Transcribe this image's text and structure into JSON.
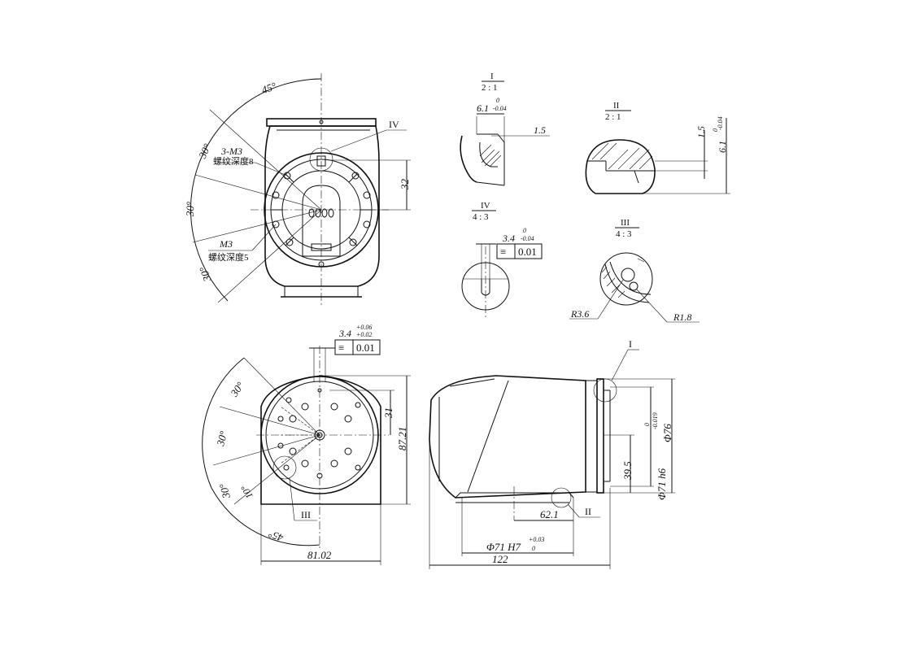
{
  "views": {
    "detail_I": {
      "roman": "I",
      "scale": "2 : 1",
      "dim_width": "6.1",
      "dim_width_upper": "0",
      "dim_width_lower": "-0.04",
      "dim_depth": "1.5"
    },
    "detail_II": {
      "roman": "II",
      "scale": "2 : 1",
      "dim_depth": "1.5",
      "dim_width": "6.1",
      "dim_width_upper": "0",
      "dim_width_lower": "-0.04"
    },
    "detail_III": {
      "roman": "III",
      "scale": "4 : 3",
      "radius_a": "R3.6",
      "radius_b": "R1.8"
    },
    "detail_IV": {
      "roman": "IV",
      "scale": "4 : 3",
      "dim_width": "3.4",
      "dim_upper": "0",
      "dim_lower": "-0.04",
      "tol_symbol": "≡",
      "tol_value": "0.01"
    },
    "front_view": {
      "angle_top": "45°",
      "angle_upper": "30°",
      "angle_mid": "30°",
      "angle_lower": "30°",
      "thread_a_label": "3-M3",
      "thread_a_depth": "螺纹深度8",
      "thread_b_label": "M3",
      "thread_b_depth": "螺纹深度5",
      "dim_height": "32",
      "callout": "IV"
    },
    "end_view": {
      "angle_a": "30°",
      "angle_b": "30°",
      "angle_c": "30°",
      "angle_d": "10°",
      "angle_e": "45°",
      "dim_width": "3.4",
      "dim_upper": "+0.06",
      "dim_lower": "+0.02",
      "tol_symbol": "≡",
      "tol_value": "0.01",
      "dim_31": "31",
      "dim_height": "87.21",
      "dim_base": "81.02",
      "callout": "III"
    },
    "side_view": {
      "callout_top": "I",
      "callout_bottom": "II",
      "dia_fit": "Φ71 h6",
      "dia_fit_upper": "0",
      "dia_fit_lower": "-0.019",
      "dia_outer": "Φ76",
      "dim_395": "39.5",
      "dim_621": "62.1",
      "bore": "Φ71 H7",
      "bore_upper": "+0.03",
      "bore_lower": "0",
      "length": "122"
    }
  }
}
